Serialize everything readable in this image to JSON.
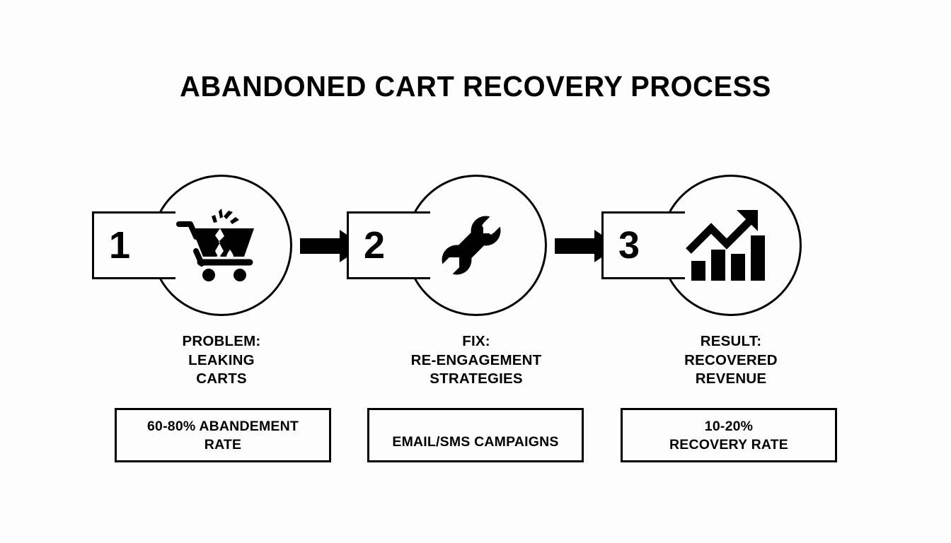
{
  "page": {
    "title": "ABANDONED CART RECOVERY PROCESS",
    "background_color": "#fdfdfd",
    "stroke_color": "#000000"
  },
  "steps": [
    {
      "number": "1",
      "icon": "leaking-shopping-cart-icon",
      "caption_lines": [
        "PROBLEM:",
        "LEAKING",
        "CARTS"
      ],
      "stat_lines": [
        "60-80% ABANDEMENT",
        "RATE"
      ],
      "stat_align": "center"
    },
    {
      "number": "2",
      "icon": "wrench-icon",
      "caption_lines": [
        "FIX:",
        "RE-ENGAGEMENT",
        "STRATEGIES"
      ],
      "stat_lines": [
        "EMAIL/SMS CAMPAIGNS"
      ],
      "stat_align": "bottom"
    },
    {
      "number": "3",
      "icon": "growth-bar-chart-icon",
      "caption_lines": [
        "RESULT:",
        "RECOVERED",
        "REVENUE"
      ],
      "stat_lines": [
        "10-20%",
        "RECOVERY RATE"
      ],
      "stat_align": "center"
    }
  ],
  "arrows": [
    {
      "name": "arrow-step1-to-step2",
      "direction": "right"
    },
    {
      "name": "arrow-step2-to-step3",
      "direction": "right"
    }
  ]
}
